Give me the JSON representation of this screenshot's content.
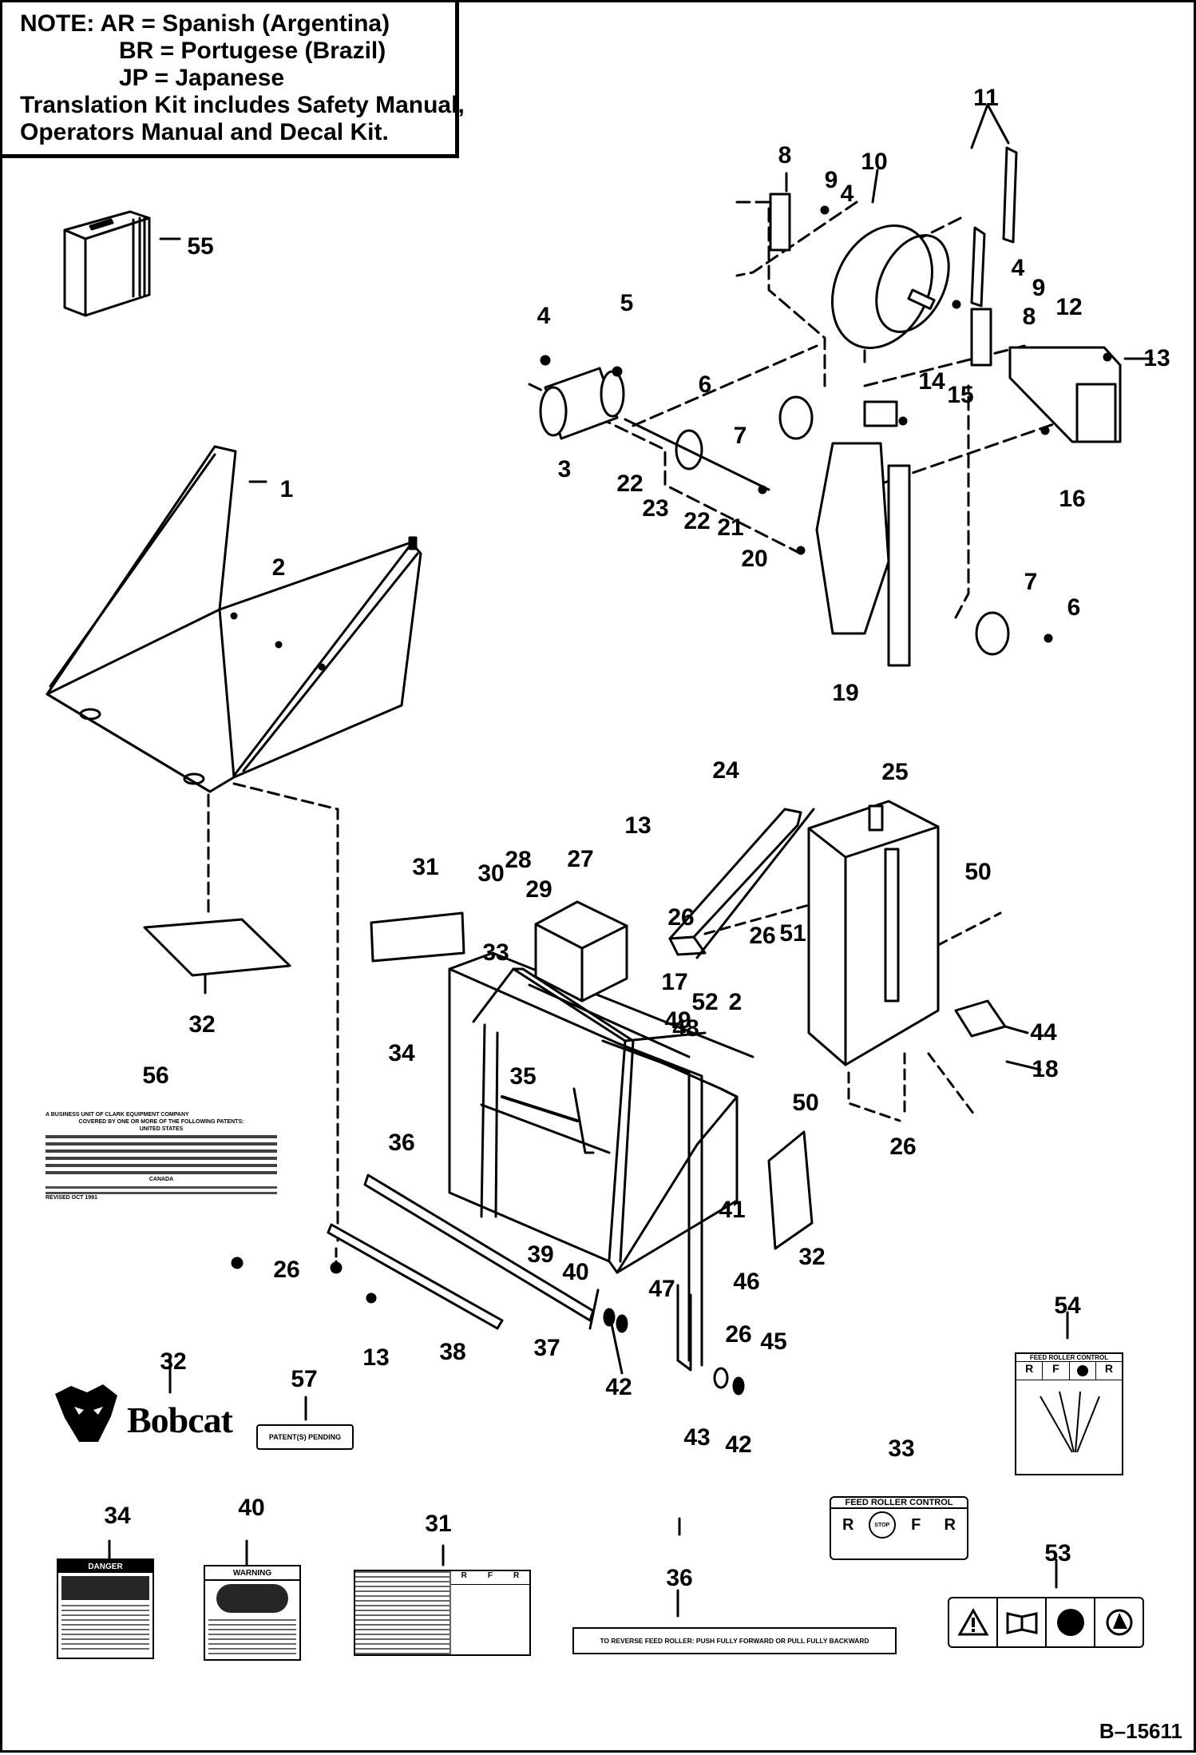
{
  "note": {
    "lines": [
      "NOTE:   AR =  Spanish (Argentina)",
      "BR =  Portugese (Brazil)",
      "JP =   Japanese",
      "Translation Kit includes Safety Manual,",
      "Operators Manual and Decal Kit."
    ]
  },
  "callouts": {
    "c1": "1",
    "c2a": "2",
    "c2b": "2",
    "c3": "3",
    "c4a": "4",
    "c4b": "4",
    "c4c": "4",
    "c5": "5",
    "c6a": "6",
    "c6b": "6",
    "c7a": "7",
    "c7b": "7",
    "c8a": "8",
    "c8b": "8",
    "c9a": "9",
    "c9b": "9",
    "c10": "10",
    "c11": "11",
    "c12": "12",
    "c13a": "13",
    "c13b": "13",
    "c13c": "13",
    "c14": "14",
    "c15": "15",
    "c16": "16",
    "c17": "17",
    "c18": "18",
    "c19": "19",
    "c20": "20",
    "c21": "21",
    "c22a": "22",
    "c22b": "22",
    "c23": "23",
    "c24": "24",
    "c25": "25",
    "c26a": "26",
    "c26b": "26",
    "c26c": "26",
    "c26d": "26",
    "c26e": "26",
    "c27": "27",
    "c28": "28",
    "c29": "29",
    "c30": "30",
    "c31a": "31",
    "c31b": "31",
    "c32a": "32",
    "c32b": "32",
    "c32c": "32",
    "c33a": "33",
    "c33b": "33",
    "c34a": "34",
    "c34b": "34",
    "c35": "35",
    "c36a": "36",
    "c36b": "36",
    "c37": "37",
    "c38": "38",
    "c39": "39",
    "c40a": "40",
    "c40b": "40",
    "c41": "41",
    "c42a": "42",
    "c42b": "42",
    "c43": "43",
    "c44": "44",
    "c45": "45",
    "c46": "46",
    "c47": "47",
    "c48": "48",
    "c49": "49",
    "c50a": "50",
    "c50b": "50",
    "c51": "51",
    "c52": "52",
    "c53": "53",
    "c54": "54",
    "c55": "55",
    "c56": "56",
    "c57": "57"
  },
  "decals": {
    "bobcat_logo": "Bobcat",
    "patent_pending": "PATENT(S) PENDING",
    "feed_roller_control": "FEED ROLLER CONTROL",
    "frc_r": "R",
    "frc_stop": "STOP",
    "frc_f": "F",
    "reverse_instruction": "TO REVERSE FEED ROLLER: PUSH FULLY FORWARD OR PULL FULLY BACKWARD",
    "danger": "DANGER",
    "warning": "WARNING",
    "patent_company": "A BUSINESS UNIT OF CLARK EQUIPMENT COMPANY",
    "patent_covered": "COVERED BY ONE OR MORE OF THE FOLLOWING PATENTS:",
    "patent_us": "UNITED STATES",
    "patent_canada": "CANADA",
    "patent_revised": "REVISED OCT 1991"
  },
  "figure_id": "B–15611"
}
